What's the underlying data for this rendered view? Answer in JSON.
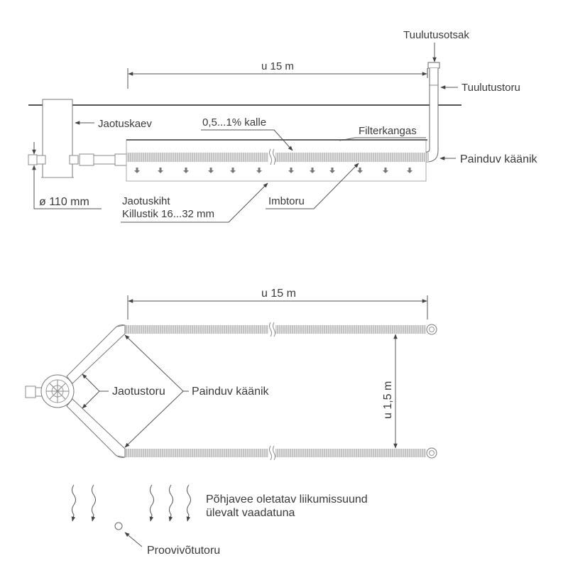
{
  "side_view": {
    "length_dim": "u 15 m",
    "vent_cap": "Tuulutusotsak",
    "vent_pipe": "Tuulutustoru",
    "distribution_well": "Jaotuskaev",
    "slope": "0,5...1% kalle",
    "filter_fabric": "Filterkangas",
    "flexible_bend": "Painduv käänik",
    "diameter": "ø 110 mm",
    "distribution_layer": "Jaotuskiht",
    "gravel": "Killustik 16...32 mm",
    "infiltration_pipe": "Imbtoru"
  },
  "plan_view": {
    "length_dim": "u 15 m",
    "width_dim": "u 1,5 m",
    "distribution_pipe": "Jaotustoru",
    "flexible_bend": "Painduv käänik",
    "groundwater_line1": "Põhjavee oletatav liikumissuund",
    "groundwater_line2": "ülevalt vaadatuna",
    "sampling_pipe": "Proovivõtutoru"
  }
}
